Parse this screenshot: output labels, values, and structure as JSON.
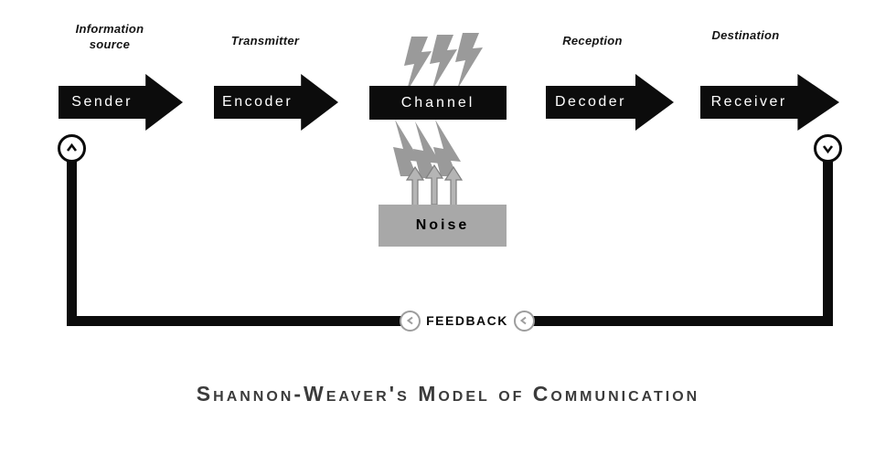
{
  "diagram": {
    "title": "Shannon-Weaver's Model of Communication",
    "stages": [
      {
        "top_label": "Information\nsource",
        "node": "Sender"
      },
      {
        "top_label": "Transmitter",
        "node": "Encoder"
      },
      {
        "top_label": "",
        "node": "Channel"
      },
      {
        "top_label": "Reception",
        "node": "Decoder"
      },
      {
        "top_label": "Destination",
        "node": "Receiver"
      }
    ],
    "noise": {
      "label": "Noise"
    },
    "feedback": {
      "label": "FEEDBACK"
    },
    "colors": {
      "node_black": "#0c0c0c",
      "noise_gray": "#a8a8a8",
      "bolt_gray": "#9a9a9a",
      "title_gray": "#3b3b3b"
    },
    "icons": {
      "loop_up_arrow": "chevron-up",
      "loop_down_arrow": "chevron-down",
      "feedback_arrow": "chevron-left",
      "noise_bolt": "lightning-bolt",
      "noise_arrow": "arrow-up"
    }
  }
}
